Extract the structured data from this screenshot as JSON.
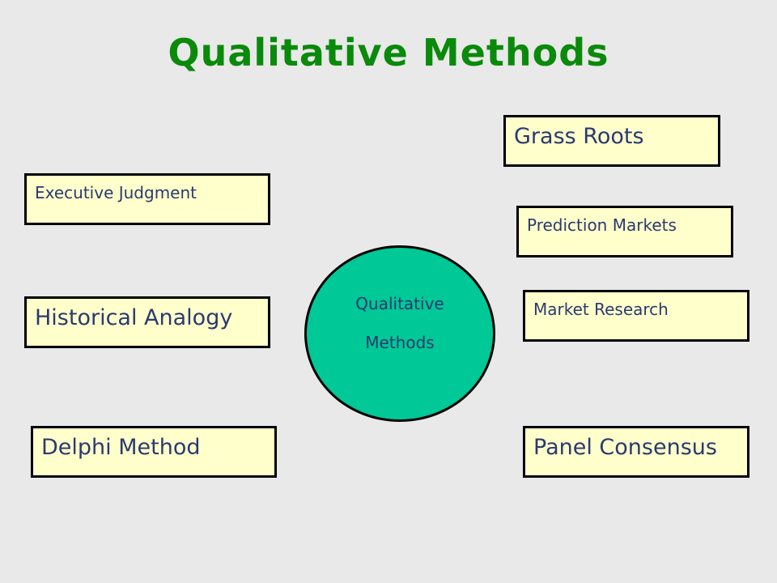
{
  "title": "Qualitative Methods",
  "colors": {
    "background": "#e9e9e9",
    "title": "#0a8a0a",
    "box_fill": "#ffffcc",
    "box_text": "#2b3a6e",
    "circle_fill": "#00c896"
  },
  "center": {
    "line1": "Qualitative",
    "line2": "Methods"
  },
  "boxes": {
    "grass_roots": "Grass Roots",
    "executive_judgment": "Executive Judgment",
    "prediction_markets": "Prediction Markets",
    "historical_analogy": "Historical Analogy",
    "market_research": "Market Research",
    "delphi_method": "Delphi Method",
    "panel_consensus": "Panel Consensus"
  }
}
